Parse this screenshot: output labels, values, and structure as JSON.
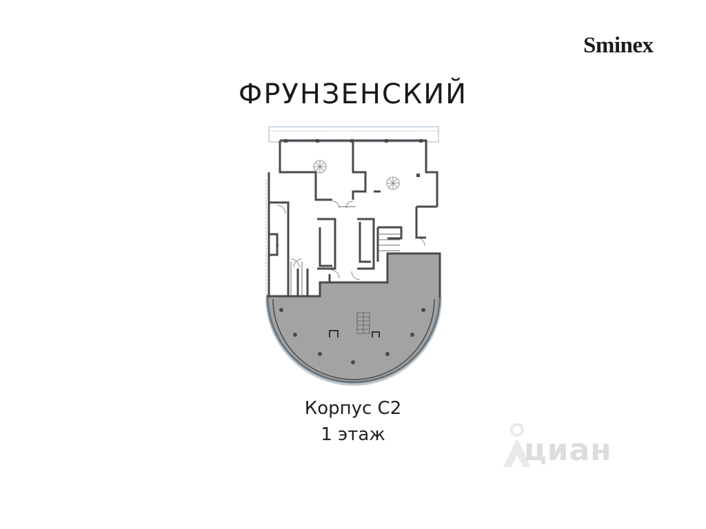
{
  "brand": {
    "logo_text": "Sminex"
  },
  "title": "ФРУНЗЕНСКИЙ",
  "plan": {
    "caption_building": "Корпус С2",
    "caption_floor": "1 этаж",
    "colors": {
      "wall": "#4a4a4a",
      "highlight": "#a3a3a3",
      "glass": "#9fb4c8",
      "line": "#6b6b6b"
    }
  },
  "watermark": {
    "text": "циан",
    "icon": "cian-watermark-icon"
  }
}
